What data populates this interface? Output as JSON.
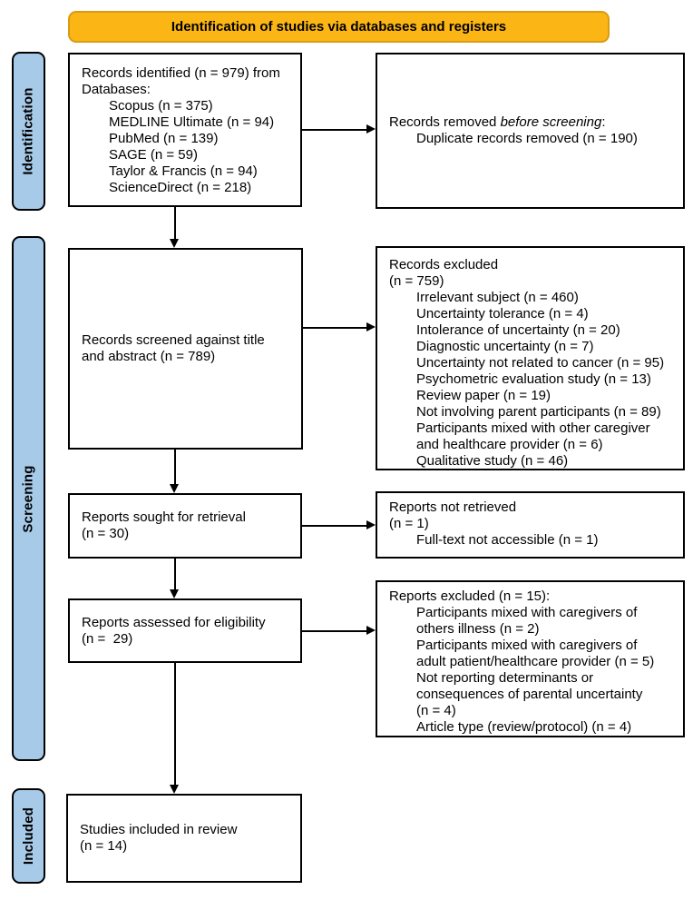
{
  "banner": {
    "label": "Identification of studies via databases and registers"
  },
  "colors": {
    "banner_fill": "#FBB615",
    "banner_border": "#D99B12",
    "stage_fill": "#A7CAE9",
    "box_border": "#000000",
    "text": "#000000"
  },
  "stages": {
    "identification": {
      "label": "Identification"
    },
    "screening": {
      "label": "Screening"
    },
    "included": {
      "label": "Included"
    }
  },
  "boxes": {
    "records_identified": {
      "lines": [
        {
          "t": "Records identified (n = 979) from",
          "indent": 0
        },
        {
          "t": "Databases:",
          "indent": 0
        },
        {
          "t": "Scopus (n = 375)",
          "indent": 1
        },
        {
          "t": "MEDLINE Ultimate (n = 94)",
          "indent": 1
        },
        {
          "t": "PubMed (n = 139)",
          "indent": 1
        },
        {
          "t": "SAGE (n = 59)",
          "indent": 1
        },
        {
          "t": "Taylor & Francis (n = 94)",
          "indent": 1
        },
        {
          "t": "ScienceDirect (n = 218)",
          "indent": 1
        }
      ]
    },
    "records_removed": {
      "lines": [
        {
          "parts": [
            {
              "t": "Records removed "
            },
            {
              "t": "before screening",
              "italic": true
            },
            {
              "t": ":"
            }
          ],
          "indent": 0
        },
        {
          "t": "Duplicate records removed (n = 190)",
          "indent": 1
        }
      ]
    },
    "records_screened": {
      "lines": [
        {
          "t": "Records screened against title",
          "indent": 0
        },
        {
          "t": "and abstract (n = 789)",
          "indent": 0
        }
      ]
    },
    "records_excluded": {
      "lines": [
        {
          "t": "Records excluded",
          "indent": 0
        },
        {
          "t": "(n = 759)",
          "indent": 0
        },
        {
          "t": "Irrelevant subject (n = 460)",
          "indent": 1
        },
        {
          "t": "Uncertainty tolerance (n = 4)",
          "indent": 1
        },
        {
          "t": "Intolerance of uncertainty (n = 20)",
          "indent": 1
        },
        {
          "t": "Diagnostic uncertainty (n = 7)",
          "indent": 1
        },
        {
          "t": "Uncertainty not related to cancer (n = 95)",
          "indent": 1
        },
        {
          "t": "Psychometric evaluation study (n = 13)",
          "indent": 1
        },
        {
          "t": "Review paper (n = 19)",
          "indent": 1
        },
        {
          "t": "Not involving parent participants (n = 89)",
          "indent": 1
        },
        {
          "t": "Participants mixed with other caregiver",
          "indent": 1
        },
        {
          "t": "and healthcare provider (n = 6)",
          "indent": 1
        },
        {
          "t": "Qualitative study (n = 46)",
          "indent": 1
        }
      ]
    },
    "reports_sought": {
      "lines": [
        {
          "t": "Reports sought for retrieval",
          "indent": 0
        },
        {
          "t": "(n = 30)",
          "indent": 0
        }
      ]
    },
    "reports_not_retrieved": {
      "lines": [
        {
          "t": "Reports not retrieved",
          "indent": 0
        },
        {
          "t": "(n = 1)",
          "indent": 0
        },
        {
          "t": "Full-text not accessible (n = 1)",
          "indent": 1
        }
      ]
    },
    "reports_assessed": {
      "lines": [
        {
          "t": "Reports assessed for eligibility",
          "indent": 0
        },
        {
          "t": "(n =  29)",
          "indent": 0
        }
      ]
    },
    "reports_excluded": {
      "lines": [
        {
          "t": "Reports excluded (n = 15):",
          "indent": 0
        },
        {
          "t": "Participants mixed with caregivers of",
          "indent": 1
        },
        {
          "t": "others illness (n = 2)",
          "indent": 1
        },
        {
          "t": "Participants mixed with caregivers of",
          "indent": 1
        },
        {
          "t": "adult patient/healthcare provider (n = 5)",
          "indent": 1
        },
        {
          "t": "Not reporting determinants or",
          "indent": 1
        },
        {
          "t": "consequences of parental uncertainty",
          "indent": 1
        },
        {
          "t": "(n = 4)",
          "indent": 1
        },
        {
          "t": "Article type (review/protocol) (n = 4)",
          "indent": 1
        }
      ]
    },
    "studies_included": {
      "lines": [
        {
          "t": "Studies included in review",
          "indent": 0
        },
        {
          "t": "(n = 14)",
          "indent": 0
        }
      ]
    }
  }
}
